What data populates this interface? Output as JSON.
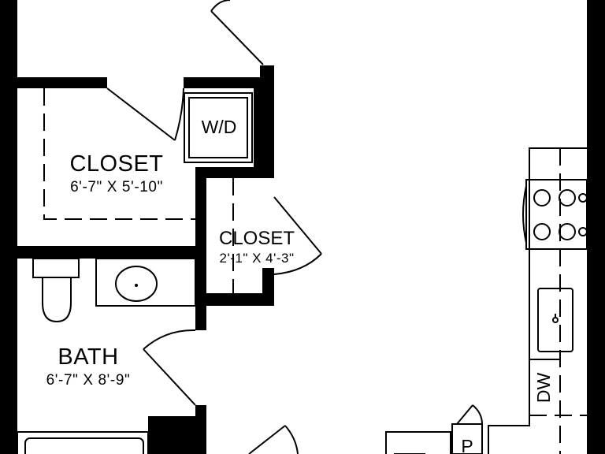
{
  "rooms": {
    "closet_large": {
      "name": "CLOSET",
      "dims": "6'-7\" X 5'-10\""
    },
    "closet_small": {
      "name": "CLOSET",
      "dims": "2'-1\" X 4'-3\""
    },
    "bath": {
      "name": "BATH",
      "dims": "6'-7\" X 8'-9\""
    }
  },
  "appliances": {
    "washer_dryer": "W/D",
    "dishwasher": "DW",
    "pantry": "P"
  }
}
